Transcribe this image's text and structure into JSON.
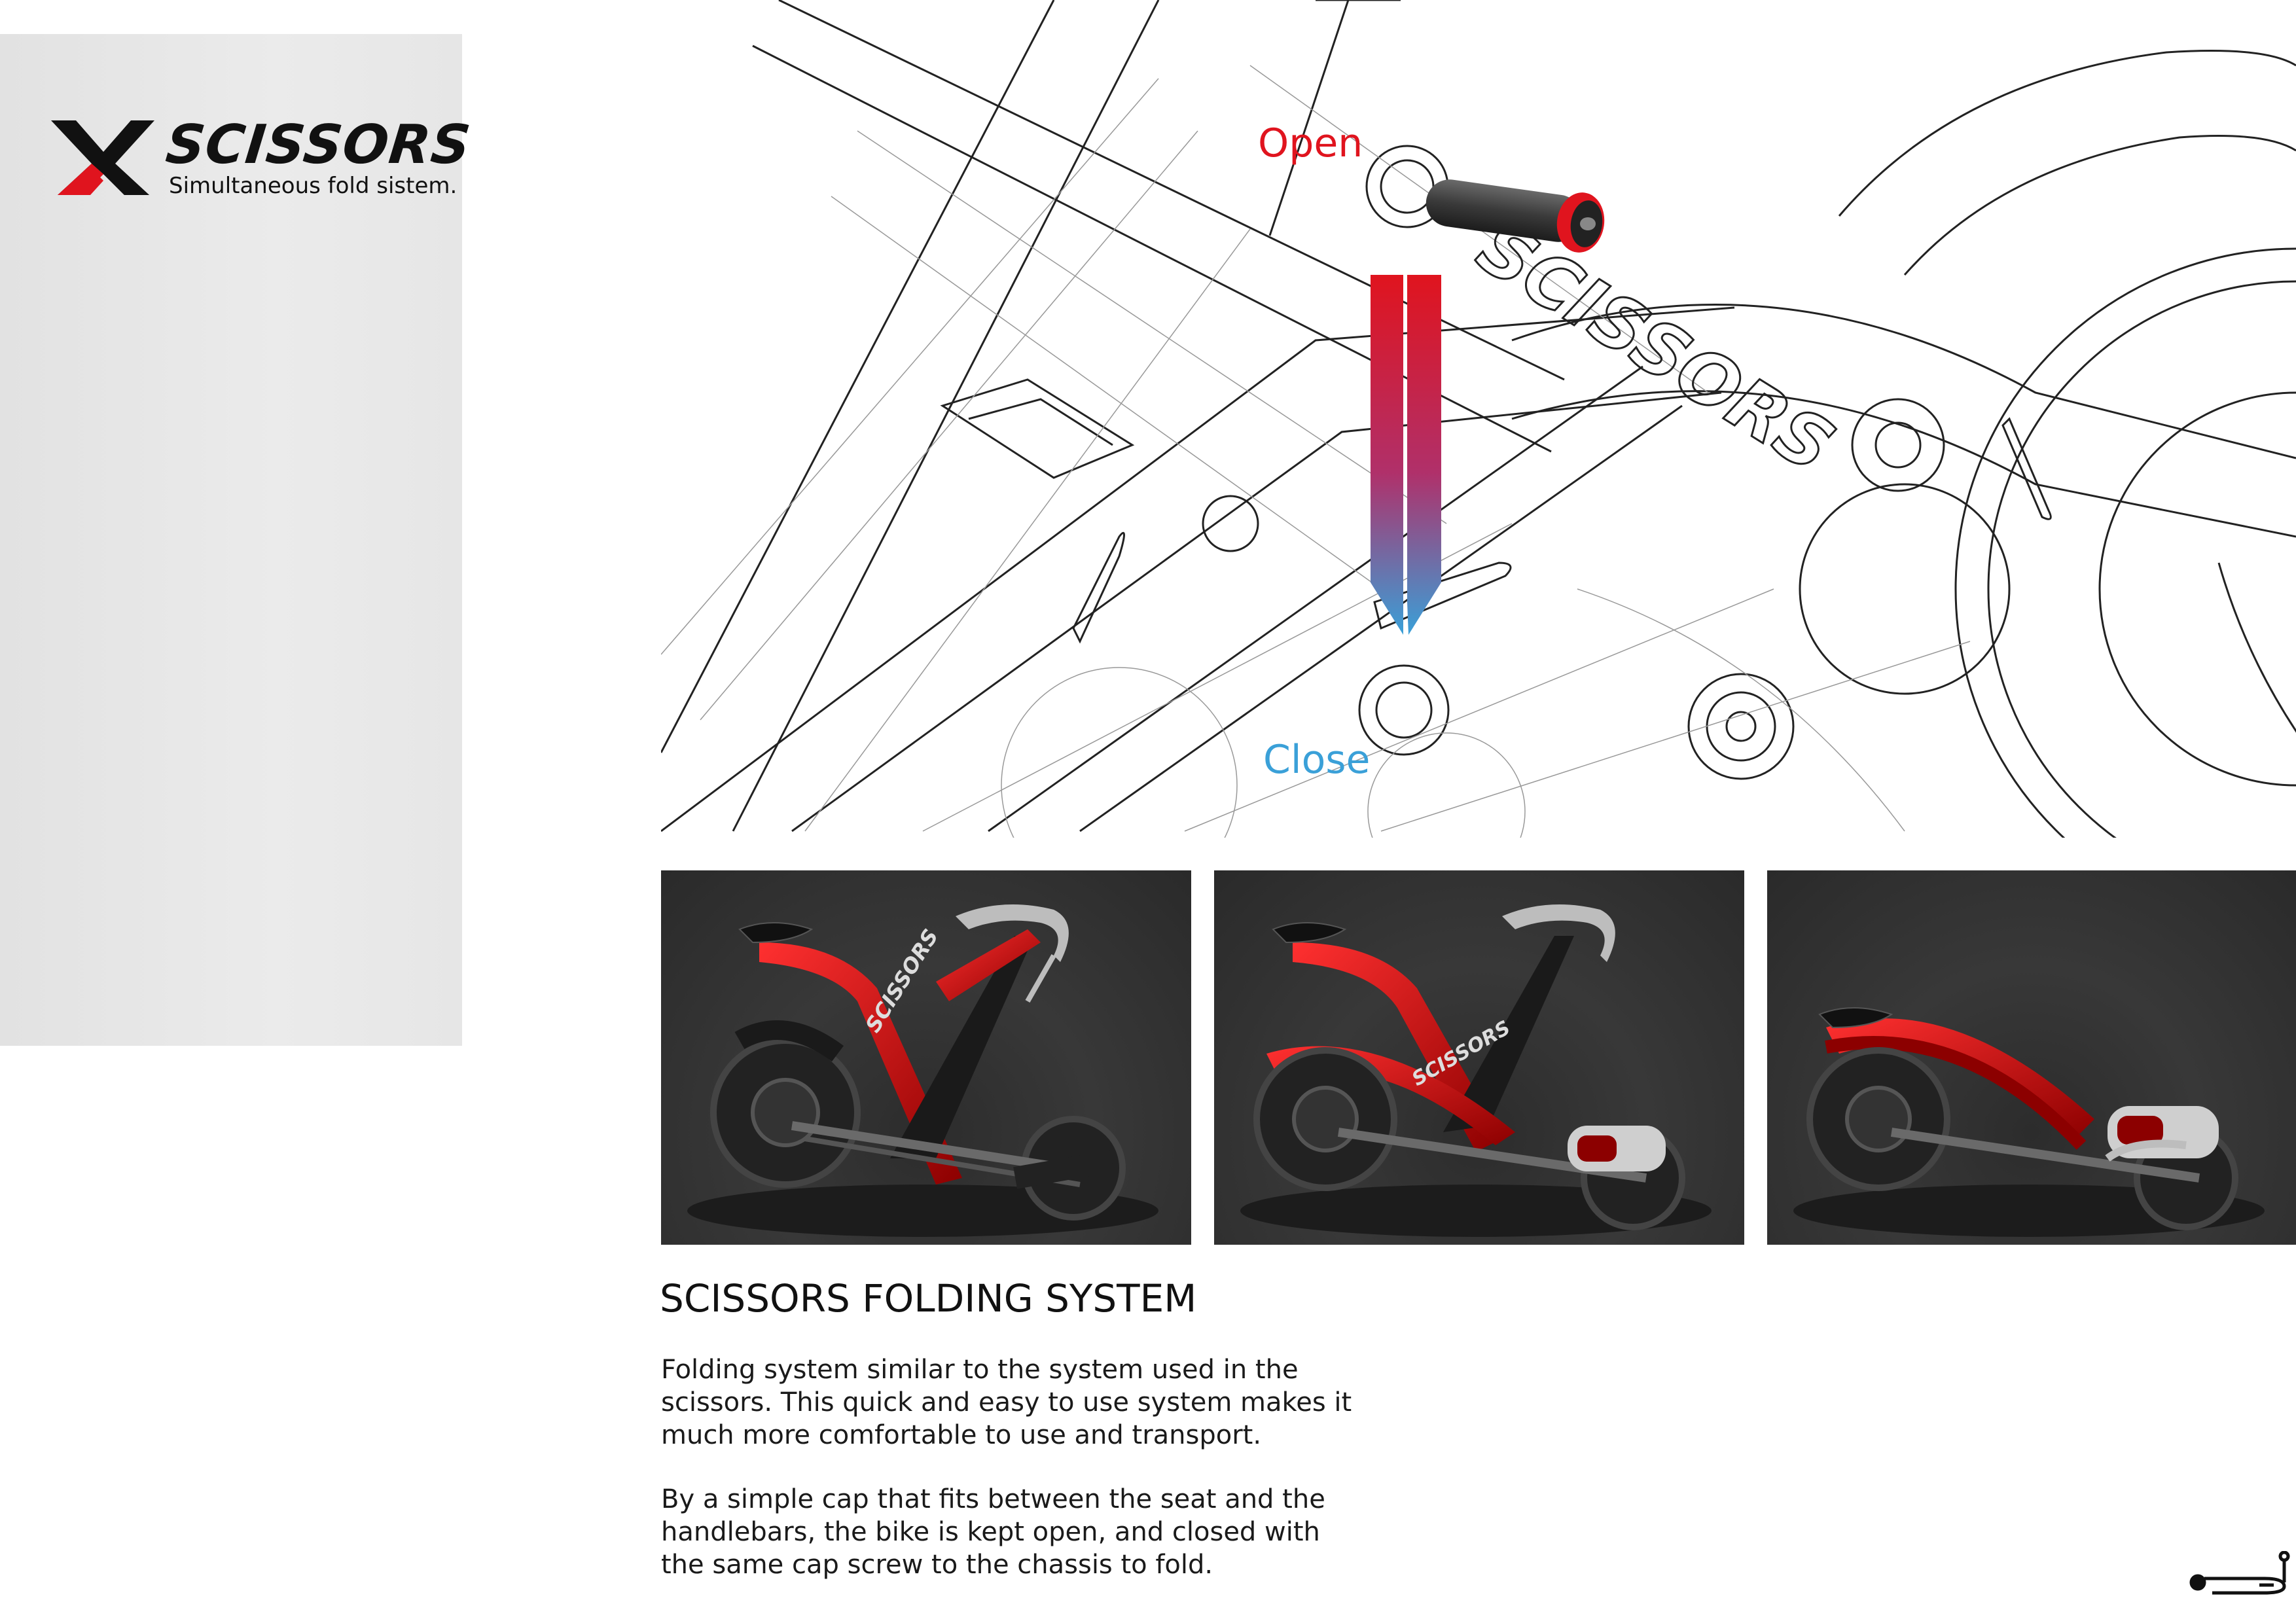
{
  "brand": {
    "name": "SCISSORS",
    "tagline": "Simultaneous fold sistem."
  },
  "diagram": {
    "open_label": "Open",
    "close_label": "Close",
    "frame_text": "SCISSORS",
    "colors": {
      "open": "#e0141e",
      "close": "#3aa0d8"
    }
  },
  "renders": [
    {
      "name": "unfolded",
      "frame_text": "SCISSORS"
    },
    {
      "name": "half-folded",
      "frame_text": "SCISSORS"
    },
    {
      "name": "folded"
    }
  ],
  "section": {
    "title": "SCISSORS FOLDING SYSTEM",
    "paragraph1": "Folding system similar to the system used in the scissors. This quick and easy to use system makes it much more comfortable to use and transport.",
    "paragraph2": "By a simple cap that fits between the seat and the handlebars, the bike is kept open, and closed with the same cap screw to the chassis to fold."
  },
  "colors": {
    "accent": "#e0141e",
    "accent2": "#3aa0d8",
    "dark": "#111111"
  },
  "icons": [
    "logo-x-icon",
    "bike-line-icon"
  ]
}
